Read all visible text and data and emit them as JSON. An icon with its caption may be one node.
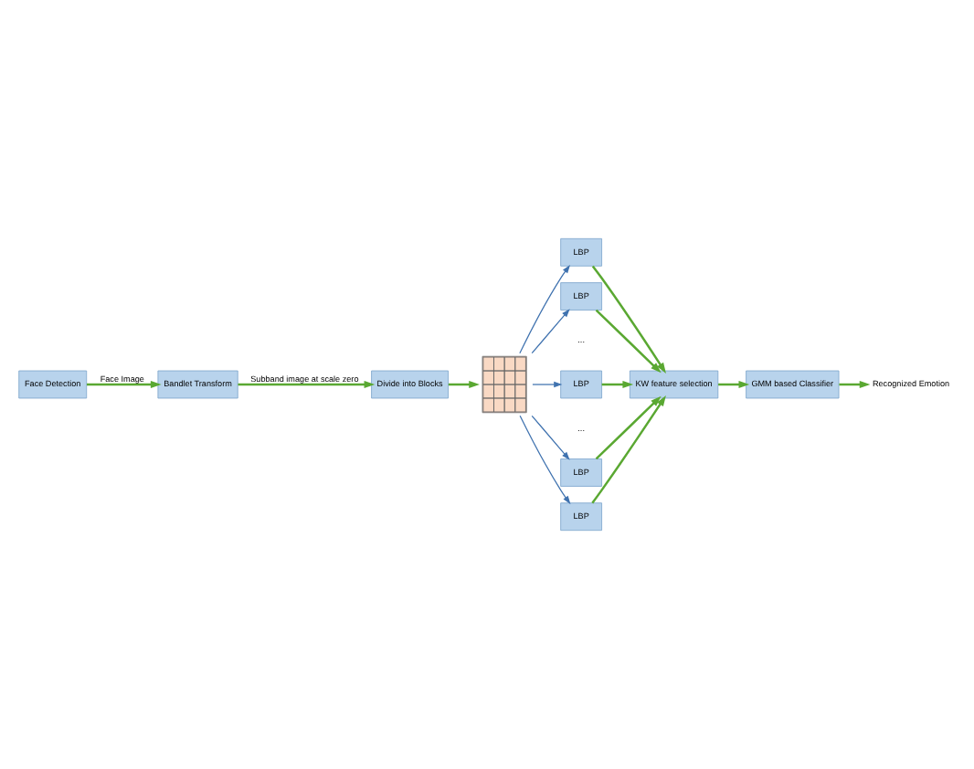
{
  "diagram": {
    "nodes": [
      {
        "text": [
          "Face Detection"
        ]
      },
      {
        "text": [
          "Bandlet Transform"
        ]
      },
      {
        "text": [
          "Divide into Blocks"
        ]
      },
      {
        "text": [],
        "shape": "grid"
      },
      {
        "text": [
          "LBP"
        ]
      },
      {
        "text": [
          "LBP"
        ]
      },
      {
        "text": [
          "LBP"
        ]
      },
      {
        "text": [
          "LBP"
        ]
      },
      {
        "text": [
          "LBP"
        ]
      },
      {
        "text": [
          "KW feature selection"
        ]
      },
      {
        "text": [
          "GMM based Classifier"
        ]
      },
      {
        "text": [
          "Recognized Emotion"
        ]
      }
    ],
    "edges": [
      {
        "from": 0,
        "to": 1,
        "arrow": "to",
        "label": "Face Image"
      },
      {
        "from": 1,
        "to": 2,
        "arrow": "to",
        "label": "Subband image at scale zero"
      },
      {
        "from": 2,
        "to": 3,
        "arrow": "to"
      },
      {
        "from": 3,
        "to": 4,
        "arrow": "to",
        "color": "#3f72af"
      },
      {
        "from": 3,
        "to": 5,
        "arrow": "to",
        "color": "#3f72af"
      },
      {
        "from": 3,
        "to": 6,
        "arrow": "to",
        "color": "#3f72af"
      },
      {
        "from": 3,
        "to": 7,
        "arrow": "to",
        "color": "#3f72af"
      },
      {
        "from": 3,
        "to": 8,
        "arrow": "to",
        "color": "#3f72af"
      },
      {
        "from": 4,
        "to": 9,
        "arrow": "to"
      },
      {
        "from": 5,
        "to": 9,
        "arrow": "to"
      },
      {
        "from": 6,
        "to": 9,
        "arrow": "to"
      },
      {
        "from": 7,
        "to": 9,
        "arrow": "to"
      },
      {
        "from": 8,
        "to": 9,
        "arrow": "to"
      },
      {
        "from": 9,
        "to": 10,
        "arrow": "to"
      },
      {
        "from": 10,
        "to": 11,
        "arrow": "to"
      }
    ],
    "labels": [
      "...",
      "..."
    ]
  }
}
